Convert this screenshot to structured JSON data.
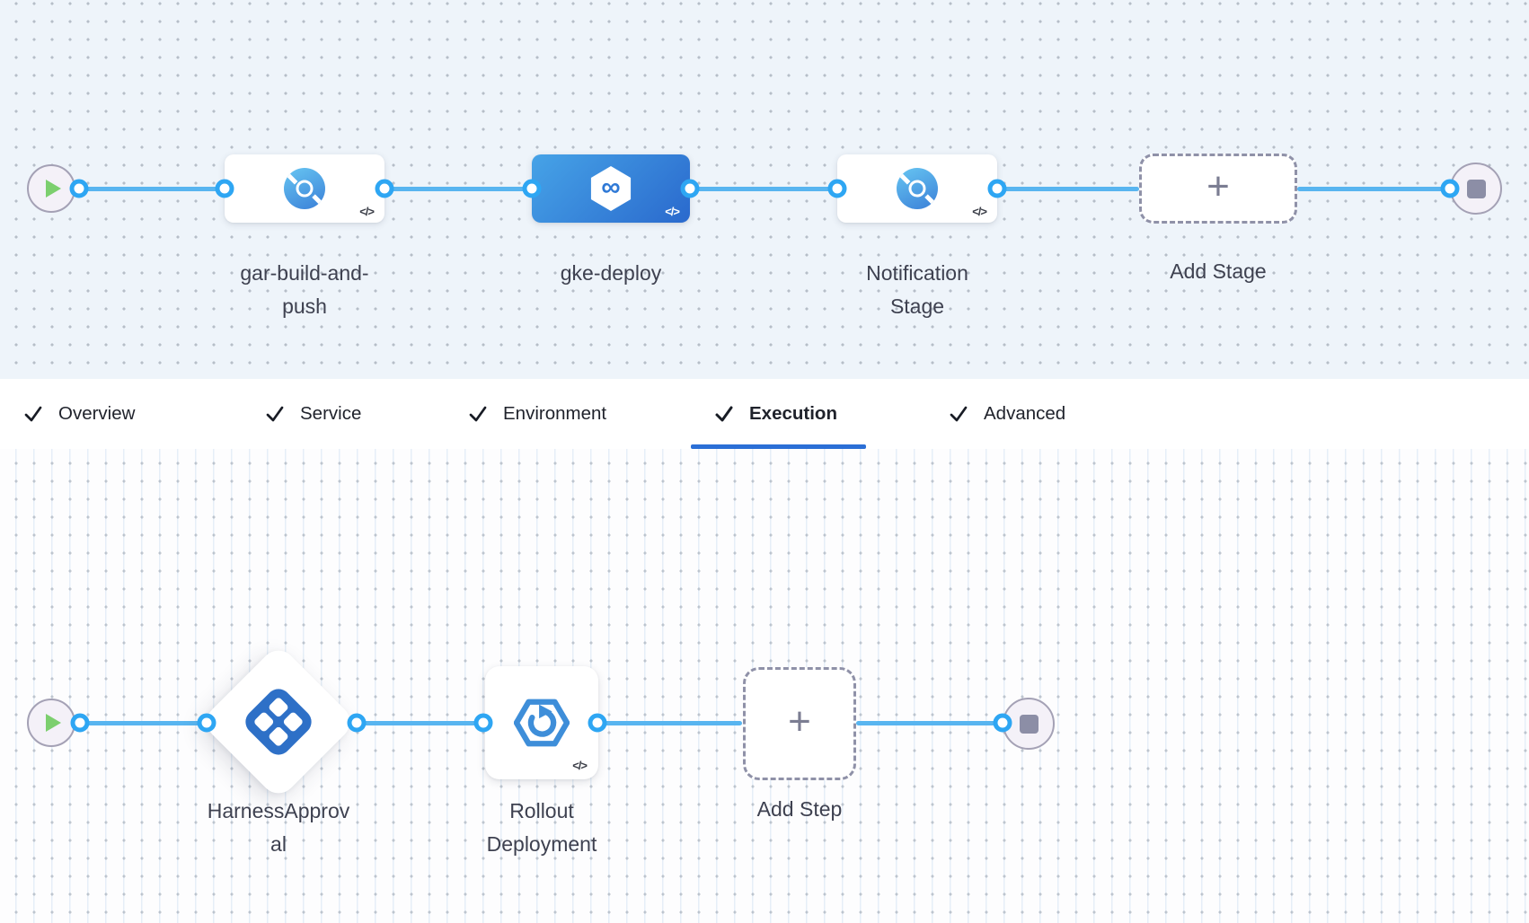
{
  "stage_pipeline": {
    "stages": [
      {
        "name": "gar-build-and-push",
        "type": "build-stage",
        "selected": false
      },
      {
        "name": "gke-deploy",
        "type": "deploy-stage",
        "selected": true
      },
      {
        "name": "Notification Stage",
        "type": "custom-stage",
        "selected": false
      }
    ],
    "add_stage": "Add Stage"
  },
  "tabs": [
    {
      "label": "Overview",
      "checked": true,
      "active": false
    },
    {
      "label": "Service",
      "checked": true,
      "active": false
    },
    {
      "label": "Environment",
      "checked": true,
      "active": false
    },
    {
      "label": "Execution",
      "checked": true,
      "active": true
    },
    {
      "label": "Advanced",
      "checked": true,
      "active": false
    }
  ],
  "execution_pipeline": {
    "steps": [
      {
        "name": "HarnessApproval",
        "type": "approval-step"
      },
      {
        "name": "Rollout Deployment",
        "type": "k8s-rolling-deployment-step"
      }
    ],
    "add_step": "Add Step"
  },
  "icons": {
    "code": "</>",
    "plus": "+",
    "infinity": "∞",
    "check": "✓"
  },
  "colors": {
    "canvas_top_bg": "#eef4fa",
    "canvas_bottom_bg": "#fdfdfe",
    "edge": "#58b5f0",
    "connector": "#2ea6f3",
    "selected_stage_gradient_start": "#46a3e7",
    "selected_stage_gradient_end": "#2a69cd",
    "active_tab_underline": "#2b6fd6",
    "approval_icon_blue": "#2e70c7",
    "rollout_icon_blue": "#3e8ed9",
    "play_green": "#7ccf6e",
    "stop_gray": "#8c8ea6",
    "label_text": "#3e4150"
  }
}
